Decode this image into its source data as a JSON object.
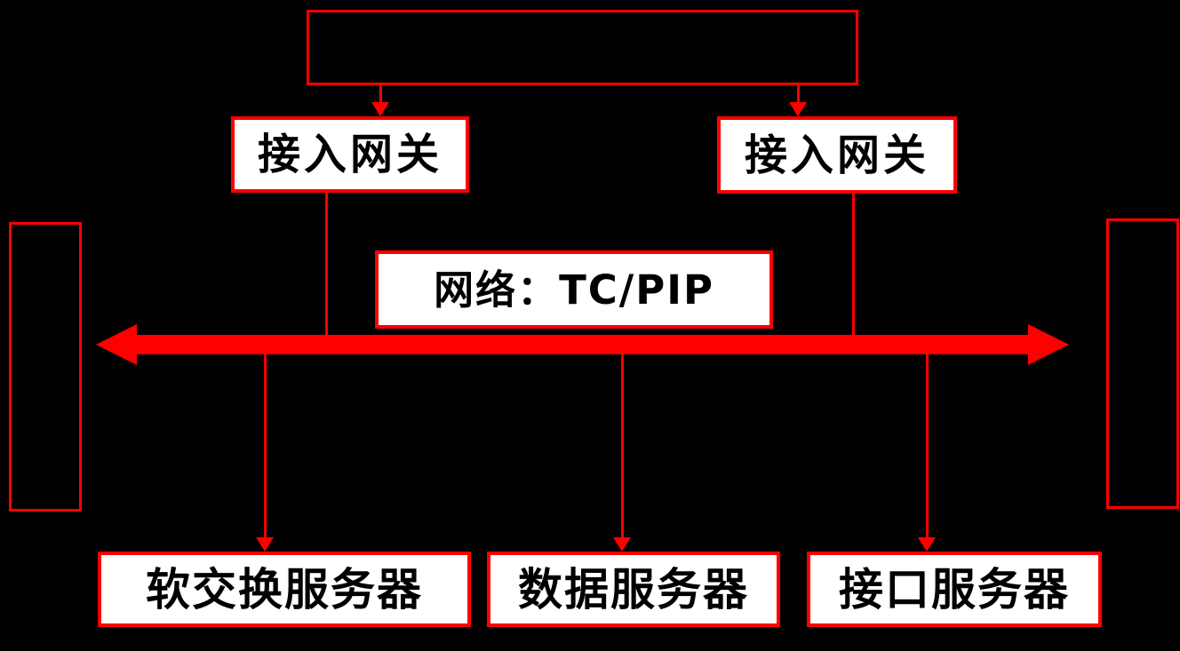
{
  "diagram": {
    "title": "softswitch-network-architecture",
    "colors": {
      "background": "#000000",
      "line": "#ff0000",
      "box_fill": "#ffffff",
      "text": "#000000"
    },
    "nodes": {
      "top_box": {
        "label": ""
      },
      "gateway_left": {
        "label": "接入网关"
      },
      "gateway_right": {
        "label": "接入网关"
      },
      "network_bus": {
        "label": "网络：TC/PIP"
      },
      "side_left": {
        "label": ""
      },
      "side_right": {
        "label": ""
      },
      "server_softswitch": {
        "label": "软交换服务器"
      },
      "server_data": {
        "label": "数据服务器"
      },
      "server_interface": {
        "label": "接口服务器"
      }
    },
    "edges": [
      "top_box -> gateway_left",
      "top_box -> gateway_right",
      "gateway_left -> network_bus",
      "gateway_right -> network_bus",
      "network_bus -> server_softswitch",
      "network_bus -> server_data",
      "network_bus -> server_interface"
    ]
  }
}
